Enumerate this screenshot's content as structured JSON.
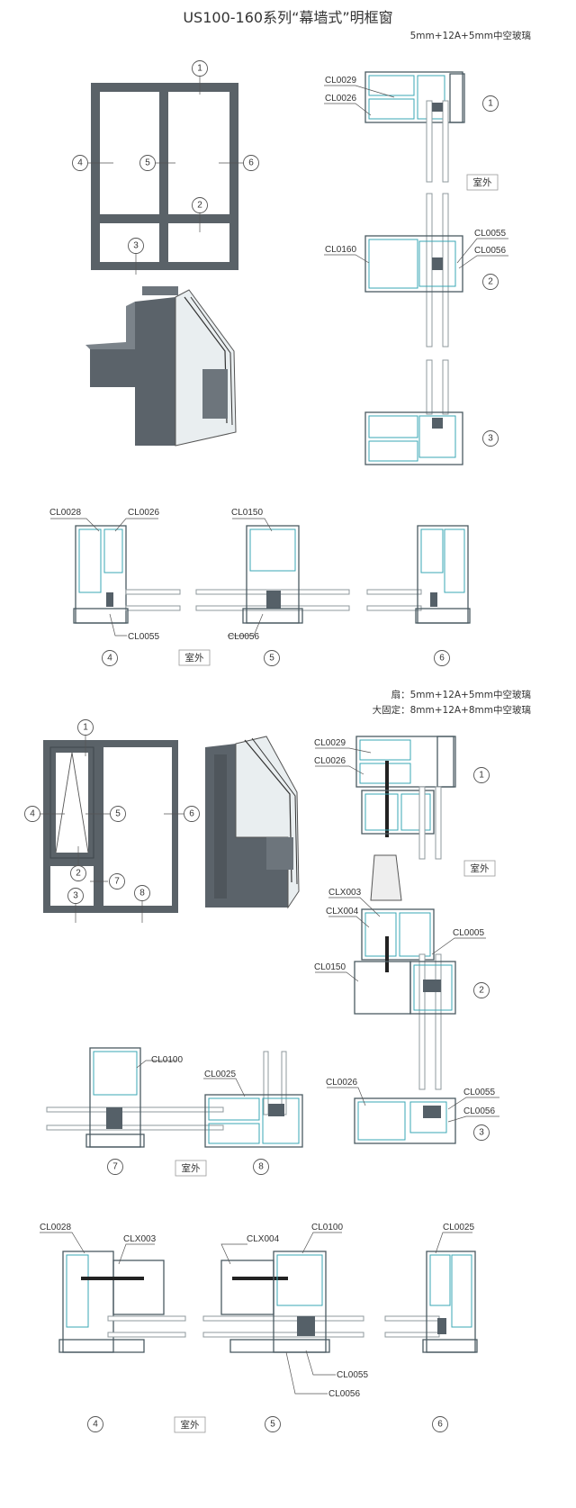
{
  "title": "US100-160系列“幕墙式”明框窗",
  "spec_top": "5mm+12A+5mm中空玻璃",
  "spec_bottom_sash": "扇：5mm+12A+5mm中空玻璃",
  "spec_bottom_fixed": "大固定：8mm+12A+8mm中空玻璃",
  "outdoor": "室外",
  "numbers": [
    "1",
    "2",
    "3",
    "4",
    "5",
    "6",
    "7",
    "8"
  ],
  "top_section": {
    "vertical_codes": [
      "CL0029",
      "CL0026",
      "CL0055",
      "CL0160",
      "CL0056"
    ],
    "horizontal_codes": [
      "CL0028",
      "CL0026",
      "CL0055",
      "CL0150",
      "CL0056"
    ]
  },
  "bottom_section": {
    "vertical_codes": [
      "CL0029",
      "CL0026",
      "CLX003",
      "CLX004",
      "CL0005",
      "CL0150",
      "CL0026",
      "CL0055",
      "CL0056"
    ],
    "detail_78_codes": [
      "CL0100",
      "CL0025"
    ],
    "horizontal_codes": [
      "CL0028",
      "CLX003",
      "CLX004",
      "CL0100",
      "CL0025",
      "CL0055",
      "CL0056"
    ]
  },
  "colors": {
    "frame": "#5a6268",
    "profile_stroke": "#4a5a62",
    "profile_inner": "#3aa7b4",
    "glass": "#ffffff"
  },
  "icons": [
    "window-elevation-icon",
    "corner-3d-render-icon",
    "profile-section-icon"
  ]
}
